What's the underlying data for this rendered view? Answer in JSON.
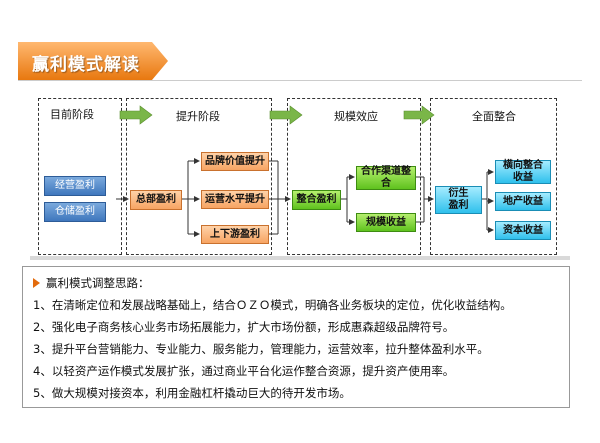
{
  "title": "赢利模式解读",
  "colors": {
    "banner_orange": "#f39a3c",
    "node_orange": "#f7a463",
    "node_green": "#5fc21e",
    "node_cyan": "#2fc0ec",
    "node_blue": "#3f77bd",
    "arrow_green": "#7ab648",
    "bullet_orange": "#e36b0c"
  },
  "stages": {
    "current": "目前阶段",
    "improve": "提升阶段",
    "scale": "规模效应",
    "integrate": "全面整合"
  },
  "nodes": {
    "current_1": "经营盈利",
    "current_2": "仓储盈利",
    "total_profit": "总部盈利",
    "brand_value": "品牌价值提升",
    "ops_level": "运营水平提升",
    "supply_chain": "上下游盈利",
    "integrated_profit": "整合盈利",
    "channel_integration": "合作渠道整合",
    "scale_revenue": "规模收益",
    "derived_profit": "衍生盈利",
    "horizontal_revenue": "横向整合收益",
    "real_estate_revenue": "地产收益",
    "capital_revenue": "资本收益"
  },
  "notes": {
    "heading": "赢利模式调整思路：",
    "items": [
      "1、在清晰定位和发展战略基础上，结合ＯＺＯ模式，明确各业务板块的定位，优化收益结构。",
      "2、强化电子商务核心业务市场拓展能力，扩大市场份额，形成惠森超级品牌符号。",
      "3、提升平台营销能力、专业能力、服务能力，管理能力，运营效率，拉升整体盈利水平。",
      "4、以轻资产运作模式发展扩张，通过商业平台化运作整合资源，提升资产使用率。",
      "5、做大规模对接资本，利用金融杠杆撬动巨大的待开发市场。"
    ]
  }
}
